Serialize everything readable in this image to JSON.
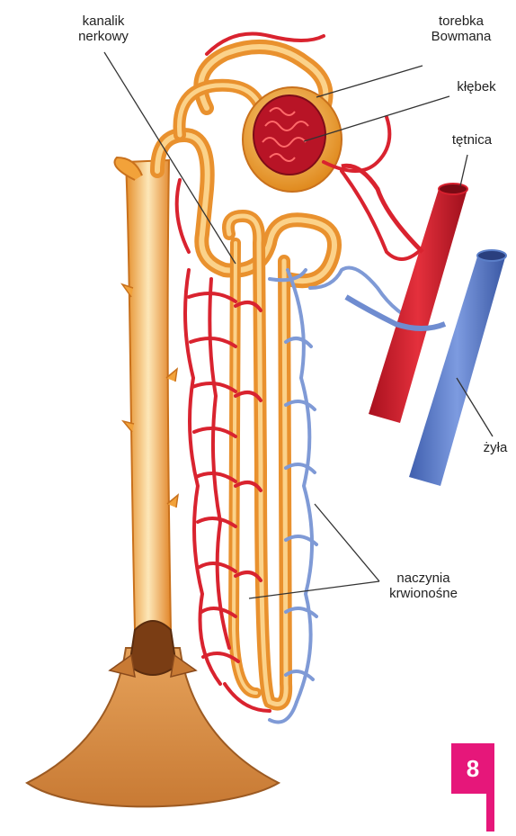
{
  "labels": {
    "tubule_line1": "kanalik",
    "tubule_line2": "nerkowy",
    "capsule_line1": "torebka",
    "capsule_line2": "Bowmana",
    "glomerulus": "kłębek",
    "artery": "tętnica",
    "vein": "żyła",
    "vessels_line1": "naczynia",
    "vessels_line2": "krwionośne"
  },
  "page_badge": "8",
  "colors": {
    "artery": "#d6202e",
    "vein": "#5b7fc9",
    "tubule": "#f2a23a",
    "glomerulus": "#b81426",
    "badge": "#e6177a"
  }
}
